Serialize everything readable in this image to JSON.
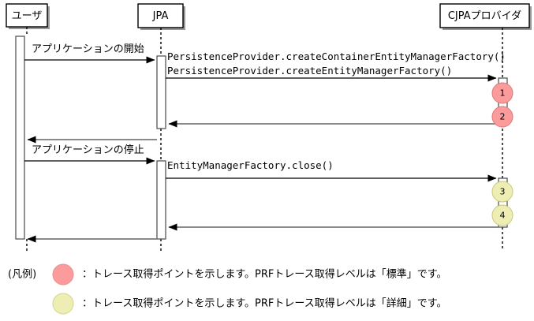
{
  "diagram": {
    "type": "uml-sequence-diagram",
    "lifelines": [
      {
        "id": "user",
        "label": "ユーザ"
      },
      {
        "id": "jpa",
        "label": "JPA"
      },
      {
        "id": "cjpa",
        "label": "CJPAプロバイダ"
      }
    ],
    "messages": [
      {
        "id": "m1",
        "label": "アプリケーションの開始",
        "from": "user",
        "to": "jpa",
        "kind": "call",
        "style": "jp"
      },
      {
        "id": "m2",
        "label": "PersistenceProvider.createContainerEntityManagerFactory()",
        "from": "jpa",
        "to": "cjpa",
        "kind": "call",
        "style": "mono"
      },
      {
        "id": "m3",
        "label": "PersistenceProvider.createEntityManagerFactory()",
        "from": "jpa",
        "to": "cjpa",
        "kind": "call",
        "style": "mono"
      },
      {
        "id": "m4",
        "label": "",
        "from": "cjpa",
        "to": "jpa",
        "kind": "return",
        "style": "mono"
      },
      {
        "id": "m5",
        "label": "",
        "from": "jpa",
        "to": "user",
        "kind": "return",
        "style": "mono"
      },
      {
        "id": "m6",
        "label": "アプリケーションの停止",
        "from": "user",
        "to": "jpa",
        "kind": "call",
        "style": "jp"
      },
      {
        "id": "m7",
        "label": "EntityManagerFactory.close()",
        "from": "jpa",
        "to": "cjpa",
        "kind": "call",
        "style": "mono"
      },
      {
        "id": "m8",
        "label": "",
        "from": "cjpa",
        "to": "jpa",
        "kind": "return",
        "style": "mono"
      },
      {
        "id": "m9",
        "label": "",
        "from": "jpa",
        "to": "user",
        "kind": "return",
        "style": "mono"
      }
    ],
    "markers": [
      {
        "number": "1",
        "level": "standard"
      },
      {
        "number": "2",
        "level": "standard"
      },
      {
        "number": "3",
        "level": "detail"
      },
      {
        "number": "4",
        "level": "detail"
      }
    ]
  },
  "legend": {
    "title": "(凡例)",
    "entries": [
      {
        "level": "standard",
        "text": "：トレース取得ポイントを示します。PRFトレース取得レベルは「標準」です。"
      },
      {
        "level": "detail",
        "text": "：トレース取得ポイントを示します。PRFトレース取得レベルは「詳細」です。"
      }
    ]
  },
  "colors": {
    "standard_fill": "#fb9b9b",
    "standard_stroke": "#e07878",
    "detail_fill": "#eeeeb4",
    "detail_stroke": "#c8c87a",
    "line": "#000000",
    "return_line": "#7a7a7a",
    "box_shadow": "#9a9a9a",
    "background": "#ffffff"
  }
}
